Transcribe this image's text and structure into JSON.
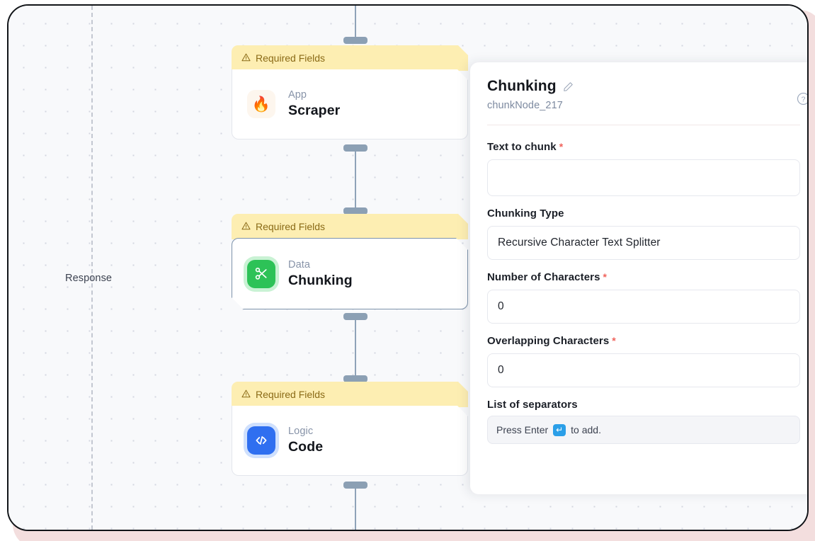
{
  "canvas": {
    "response_label": "Response",
    "divider": "dashed-vertical-guide"
  },
  "nodes": [
    {
      "banner": "Required Fields",
      "kind": "App",
      "name": "Scraper",
      "icon": "flame-icon",
      "selected": false
    },
    {
      "banner": "Required Fields",
      "kind": "Data",
      "name": "Chunking",
      "icon": "scissors-icon",
      "selected": true
    },
    {
      "banner": "Required Fields",
      "kind": "Logic",
      "name": "Code",
      "icon": "code-brackets-icon",
      "selected": false
    }
  ],
  "panel": {
    "title": "Chunking",
    "edit_icon": "pencil-icon",
    "subtitle": "chunkNode_217",
    "help_icon": "question-circle-icon",
    "fields": [
      {
        "label": "Text to chunk",
        "required": true,
        "value": "",
        "type": "textarea"
      },
      {
        "label": "Chunking Type",
        "required": false,
        "value": "Recursive Character Text Splitter",
        "type": "select"
      },
      {
        "label": "Number of Characters",
        "required": true,
        "value": "0",
        "type": "number"
      },
      {
        "label": "Overlapping Characters",
        "required": true,
        "value": "0",
        "type": "number"
      }
    ],
    "separators": {
      "label": "List of separators",
      "hint_prefix": "Press Enter",
      "hint_key": "↵",
      "hint_suffix": "to add."
    }
  },
  "colors": {
    "banner_bg": "#fdeeb2",
    "banner_text": "#8a6a16",
    "data_icon": "#2dc257",
    "logic_icon": "#2f6ff0",
    "required_star": "#f0635c",
    "selected_border": "#7d93ab",
    "edge": "#8fa3b8",
    "enter_key": "#2b9fe8"
  }
}
